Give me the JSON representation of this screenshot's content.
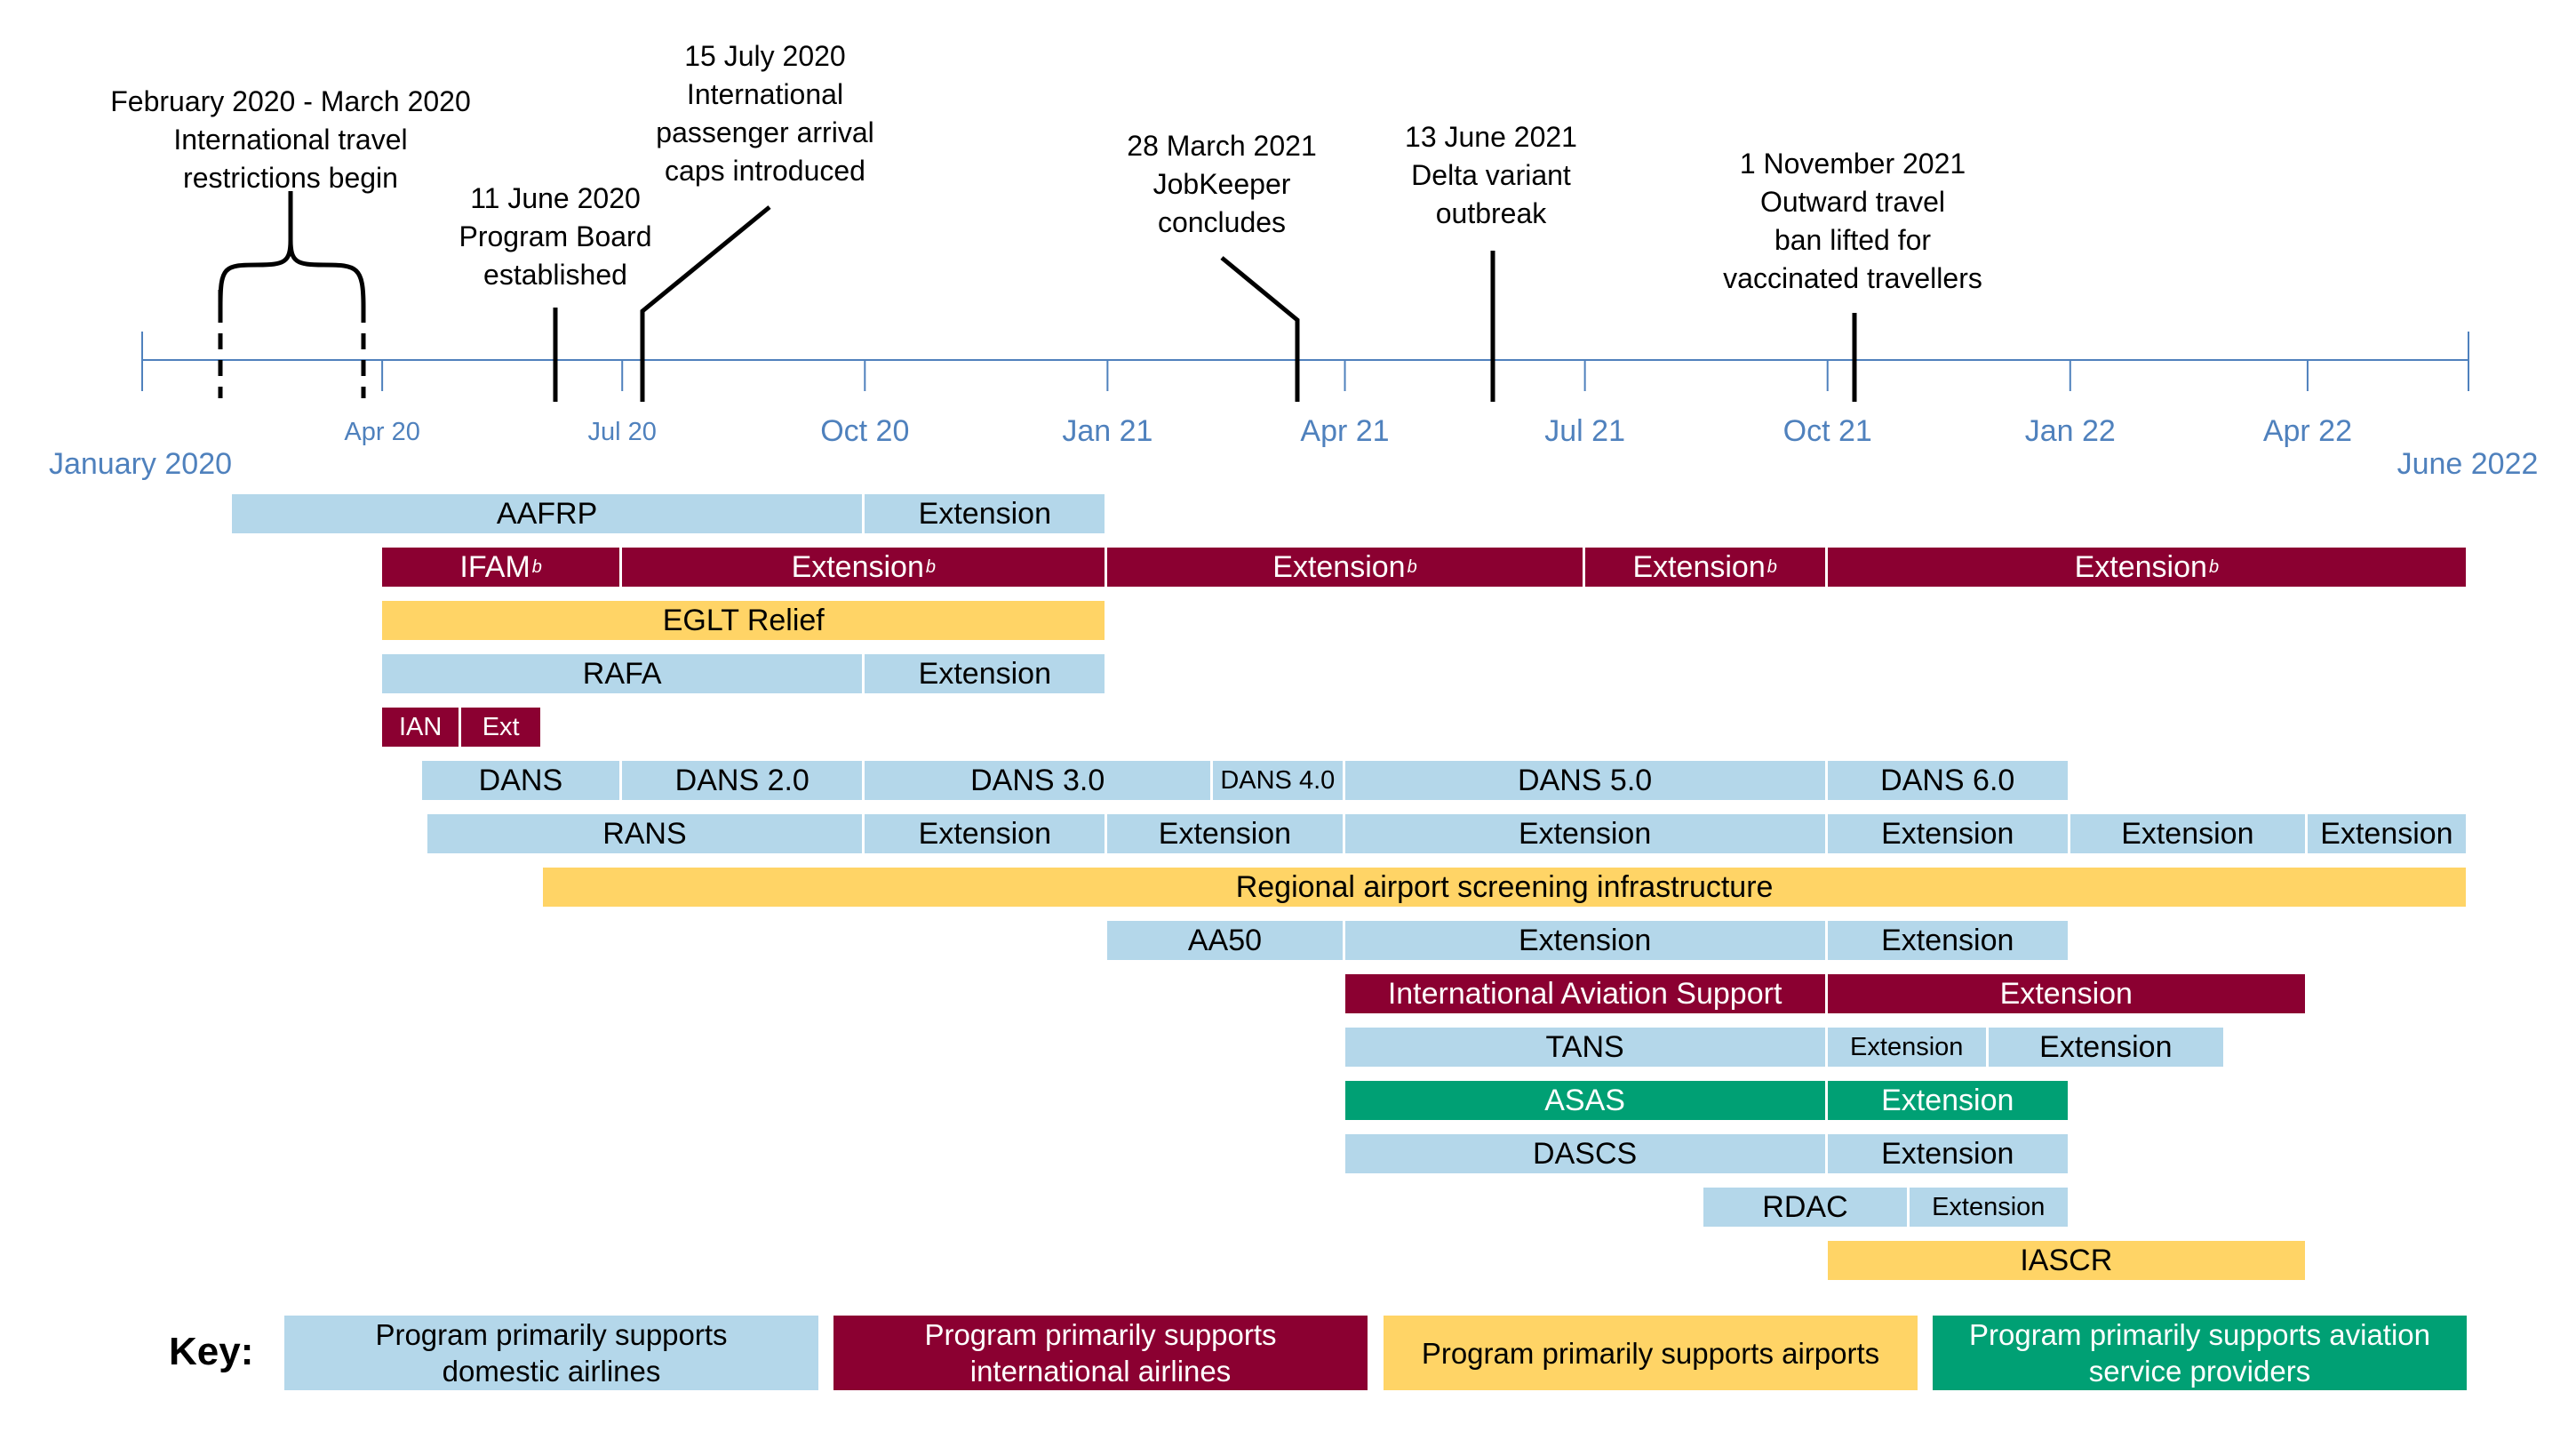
{
  "colors": {
    "domestic_airlines": "#b4d7ea",
    "international_airlines": "#8b0031",
    "airports": "#ffd466",
    "aviation_service_providers": "#00a074",
    "axis": "#4f81bd"
  },
  "events": [
    {
      "id": "ev-travel-restrictions",
      "lines": [
        "February 2020 - March 2020",
        "International travel",
        "restrictions begin"
      ]
    },
    {
      "id": "ev-program-board",
      "lines": [
        "11 June 2020",
        "Program Board",
        "established"
      ]
    },
    {
      "id": "ev-arrival-caps",
      "lines": [
        "15 July 2020",
        "International",
        "passenger arrival",
        "caps introduced"
      ]
    },
    {
      "id": "ev-jobkeeper",
      "lines": [
        "28 March 2021",
        "JobKeeper",
        "concludes"
      ]
    },
    {
      "id": "ev-delta",
      "lines": [
        "13 June 2021",
        "Delta variant",
        "outbreak"
      ]
    },
    {
      "id": "ev-travel-ban-lifted",
      "lines": [
        "1 November 2021",
        "Outward travel",
        "ban lifted for",
        "vaccinated travellers"
      ]
    }
  ],
  "axis": {
    "start_label": "January 2020",
    "end_label": "June 2022",
    "ticks": [
      "Apr 20",
      "Jul 20",
      "Oct 20",
      "Jan 21",
      "Apr 21",
      "Jul 21",
      "Oct 21",
      "Jan 22",
      "Apr 22"
    ]
  },
  "chart_data": {
    "type": "gantt",
    "time_unit": "month",
    "time_start": "2020-01",
    "time_end": "2022-06",
    "rows": [
      {
        "segments": [
          {
            "label": "AAFRP",
            "start": "2020-02-04",
            "end": "2020-10-01",
            "category": "domestic_airlines"
          },
          {
            "label": "Extension",
            "start": "2020-10-01",
            "end": "2021-01-01",
            "category": "domestic_airlines"
          }
        ]
      },
      {
        "segments": [
          {
            "label": "IFAM",
            "sup": "b",
            "start": "2020-04-01",
            "end": "2020-07-01",
            "category": "international_airlines"
          },
          {
            "label": "Extension",
            "sup": "b",
            "start": "2020-07-01",
            "end": "2021-01-01",
            "category": "international_airlines"
          },
          {
            "label": "Extension",
            "sup": "b",
            "start": "2021-01-01",
            "end": "2021-07-01",
            "category": "international_airlines"
          },
          {
            "label": "Extension",
            "sup": "b",
            "start": "2021-07-01",
            "end": "2021-10-01",
            "category": "international_airlines"
          },
          {
            "label": "Extension",
            "sup": "b",
            "start": "2021-10-01",
            "end": "2022-06-01",
            "category": "international_airlines"
          }
        ]
      },
      {
        "segments": [
          {
            "label": "EGLT Relief",
            "start": "2020-04-01",
            "end": "2021-01-01",
            "category": "airports"
          }
        ]
      },
      {
        "segments": [
          {
            "label": "RAFA",
            "start": "2020-04-01",
            "end": "2020-10-01",
            "category": "domestic_airlines"
          },
          {
            "label": "Extension",
            "start": "2020-10-01",
            "end": "2021-01-01",
            "category": "domestic_airlines"
          }
        ]
      },
      {
        "segments": [
          {
            "label": "IAN",
            "start": "2020-04-01",
            "end": "2020-05-01",
            "category": "international_airlines",
            "small": true
          },
          {
            "label": "Ext",
            "start": "2020-05-01",
            "end": "2020-06-01",
            "category": "international_airlines",
            "small": true
          }
        ]
      },
      {
        "segments": [
          {
            "label": "DANS",
            "start": "2020-04-16",
            "end": "2020-07-01",
            "category": "domestic_airlines"
          },
          {
            "label": "DANS 2.0",
            "start": "2020-07-01",
            "end": "2020-10-01",
            "category": "domestic_airlines"
          },
          {
            "label": "DANS 3.0",
            "start": "2020-10-01",
            "end": "2021-02-10",
            "category": "domestic_airlines"
          },
          {
            "label": "DANS 4.0",
            "start": "2021-02-10",
            "end": "2021-04-01",
            "category": "domestic_airlines",
            "small": true
          },
          {
            "label": "DANS 5.0",
            "start": "2021-04-01",
            "end": "2021-10-01",
            "category": "domestic_airlines"
          },
          {
            "label": "DANS 6.0",
            "start": "2021-10-01",
            "end": "2022-01-01",
            "category": "domestic_airlines"
          }
        ]
      },
      {
        "segments": [
          {
            "label": "RANS",
            "start": "2020-04-18",
            "end": "2020-10-01",
            "category": "domestic_airlines"
          },
          {
            "label": "Extension",
            "start": "2020-10-01",
            "end": "2021-01-01",
            "category": "domestic_airlines"
          },
          {
            "label": "Extension",
            "start": "2021-01-01",
            "end": "2021-04-01",
            "category": "domestic_airlines"
          },
          {
            "label": "Extension",
            "start": "2021-04-01",
            "end": "2021-10-01",
            "category": "domestic_airlines"
          },
          {
            "label": "Extension",
            "start": "2021-10-01",
            "end": "2022-01-01",
            "category": "domestic_airlines"
          },
          {
            "label": "Extension",
            "start": "2022-01-01",
            "end": "2022-04-01",
            "category": "domestic_airlines"
          },
          {
            "label": "Extension",
            "start": "2022-04-01",
            "end": "2022-06-01",
            "category": "domestic_airlines"
          }
        ]
      },
      {
        "segments": [
          {
            "label": "Regional airport screening infrastructure",
            "start": "2020-06-01",
            "end": "2022-06-01",
            "category": "airports"
          }
        ]
      },
      {
        "segments": [
          {
            "label": "AA50",
            "start": "2021-01-01",
            "end": "2021-04-01",
            "category": "domestic_airlines"
          },
          {
            "label": "Extension",
            "start": "2021-04-01",
            "end": "2021-10-01",
            "category": "domestic_airlines"
          },
          {
            "label": "Extension",
            "start": "2021-10-01",
            "end": "2022-01-01",
            "category": "domestic_airlines"
          }
        ]
      },
      {
        "segments": [
          {
            "label": "International Aviation Support",
            "start": "2021-04-01",
            "end": "2021-10-01",
            "category": "international_airlines"
          },
          {
            "label": "Extension",
            "start": "2021-10-01",
            "end": "2022-04-01",
            "category": "international_airlines"
          }
        ]
      },
      {
        "segments": [
          {
            "label": "TANS",
            "start": "2021-04-01",
            "end": "2021-10-01",
            "category": "domestic_airlines"
          },
          {
            "label": "Extension",
            "start": "2021-10-01",
            "end": "2021-12-01",
            "category": "domestic_airlines",
            "small": true
          },
          {
            "label": "Extension",
            "start": "2021-12-01",
            "end": "2022-03-01",
            "category": "domestic_airlines"
          }
        ]
      },
      {
        "segments": [
          {
            "label": "ASAS",
            "start": "2021-04-01",
            "end": "2021-10-01",
            "category": "aviation_service_providers"
          },
          {
            "label": "Extension",
            "start": "2021-10-01",
            "end": "2022-01-01",
            "category": "aviation_service_providers"
          }
        ]
      },
      {
        "segments": [
          {
            "label": "DASCS",
            "start": "2021-04-01",
            "end": "2021-10-01",
            "category": "domestic_airlines"
          },
          {
            "label": "Extension",
            "start": "2021-10-01",
            "end": "2022-01-01",
            "category": "domestic_airlines"
          }
        ]
      },
      {
        "segments": [
          {
            "label": "RDAC",
            "start": "2021-08-15",
            "end": "2021-11-01",
            "category": "domestic_airlines"
          },
          {
            "label": "Extension",
            "start": "2021-11-01",
            "end": "2022-01-01",
            "category": "domestic_airlines",
            "small": true
          }
        ]
      },
      {
        "segments": [
          {
            "label": "IASCR",
            "start": "2021-10-01",
            "end": "2022-04-01",
            "category": "airports"
          }
        ]
      }
    ]
  },
  "key": {
    "title": "Key:",
    "items": [
      {
        "category": "domestic_airlines",
        "lines": [
          "Program primarily supports",
          "domestic airlines"
        ]
      },
      {
        "category": "international_airlines",
        "lines": [
          "Program primarily supports",
          "international airlines"
        ]
      },
      {
        "category": "airports",
        "lines": [
          "Program primarily supports airports"
        ]
      },
      {
        "category": "aviation_service_providers",
        "lines": [
          "Program primarily supports aviation",
          "service providers"
        ]
      }
    ]
  }
}
